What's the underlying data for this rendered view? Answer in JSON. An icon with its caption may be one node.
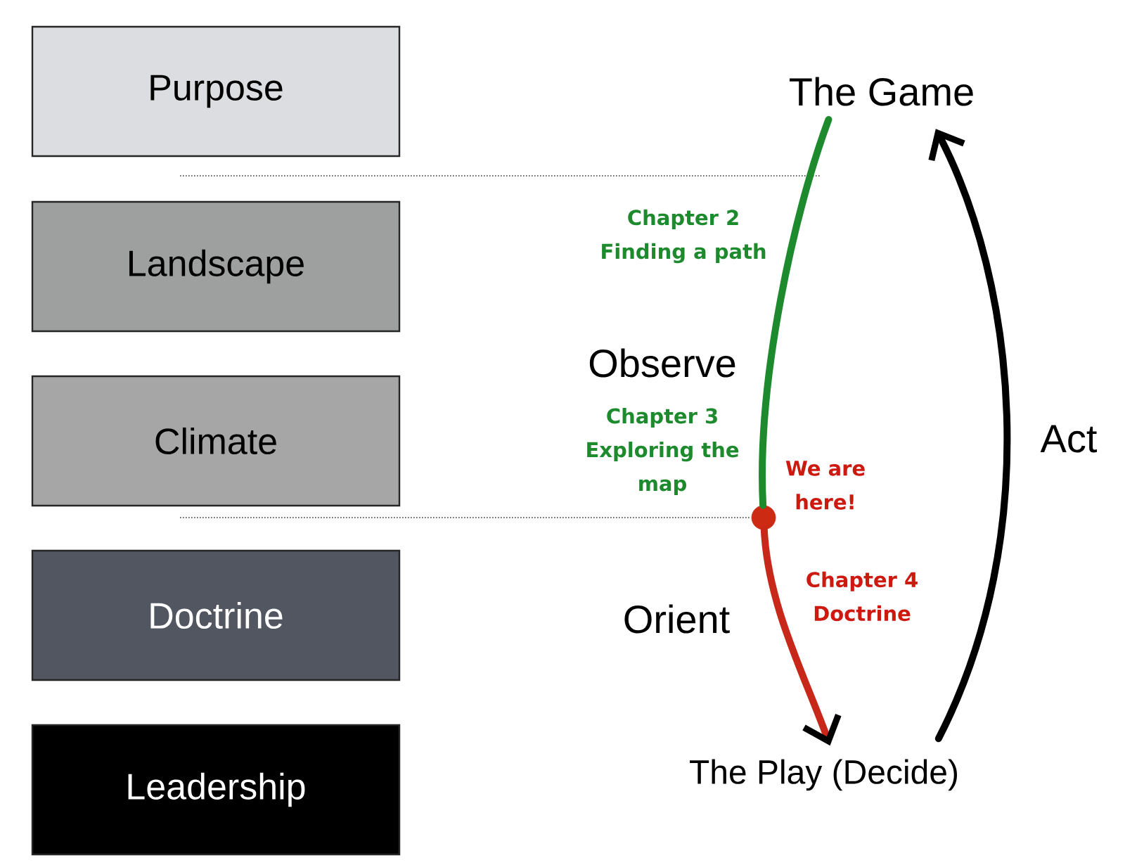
{
  "diagram": {
    "nodes": [
      {
        "text": [
          "Purpose"
        ]
      },
      {
        "text": [
          "Landscape"
        ]
      },
      {
        "text": [
          "Climate"
        ]
      },
      {
        "text": [
          "Doctrine"
        ]
      },
      {
        "text": [
          "Leadership"
        ]
      },
      {
        "text": [
          "The Game"
        ]
      },
      {
        "text": [],
        "shape": "circle",
        "beside": [
          "We are here!"
        ]
      },
      {
        "text": [
          "The Play (Decide)"
        ]
      }
    ],
    "edges": [
      {
        "from": 5,
        "to": 6,
        "arrow": "none",
        "label": "Observe",
        "color": "#1e8a2e"
      },
      {
        "from": 6,
        "to": 7,
        "arrow": "to",
        "label": "Orient",
        "color": "#c8281a"
      },
      {
        "from": 7,
        "to": 5,
        "arrow": "to",
        "label": "Act",
        "color": "#000000"
      }
    ],
    "labels": [
      "Chapter 2 Finding a path",
      "Chapter 3 Exploring the map",
      "Chapter 4 Doctrine"
    ]
  }
}
